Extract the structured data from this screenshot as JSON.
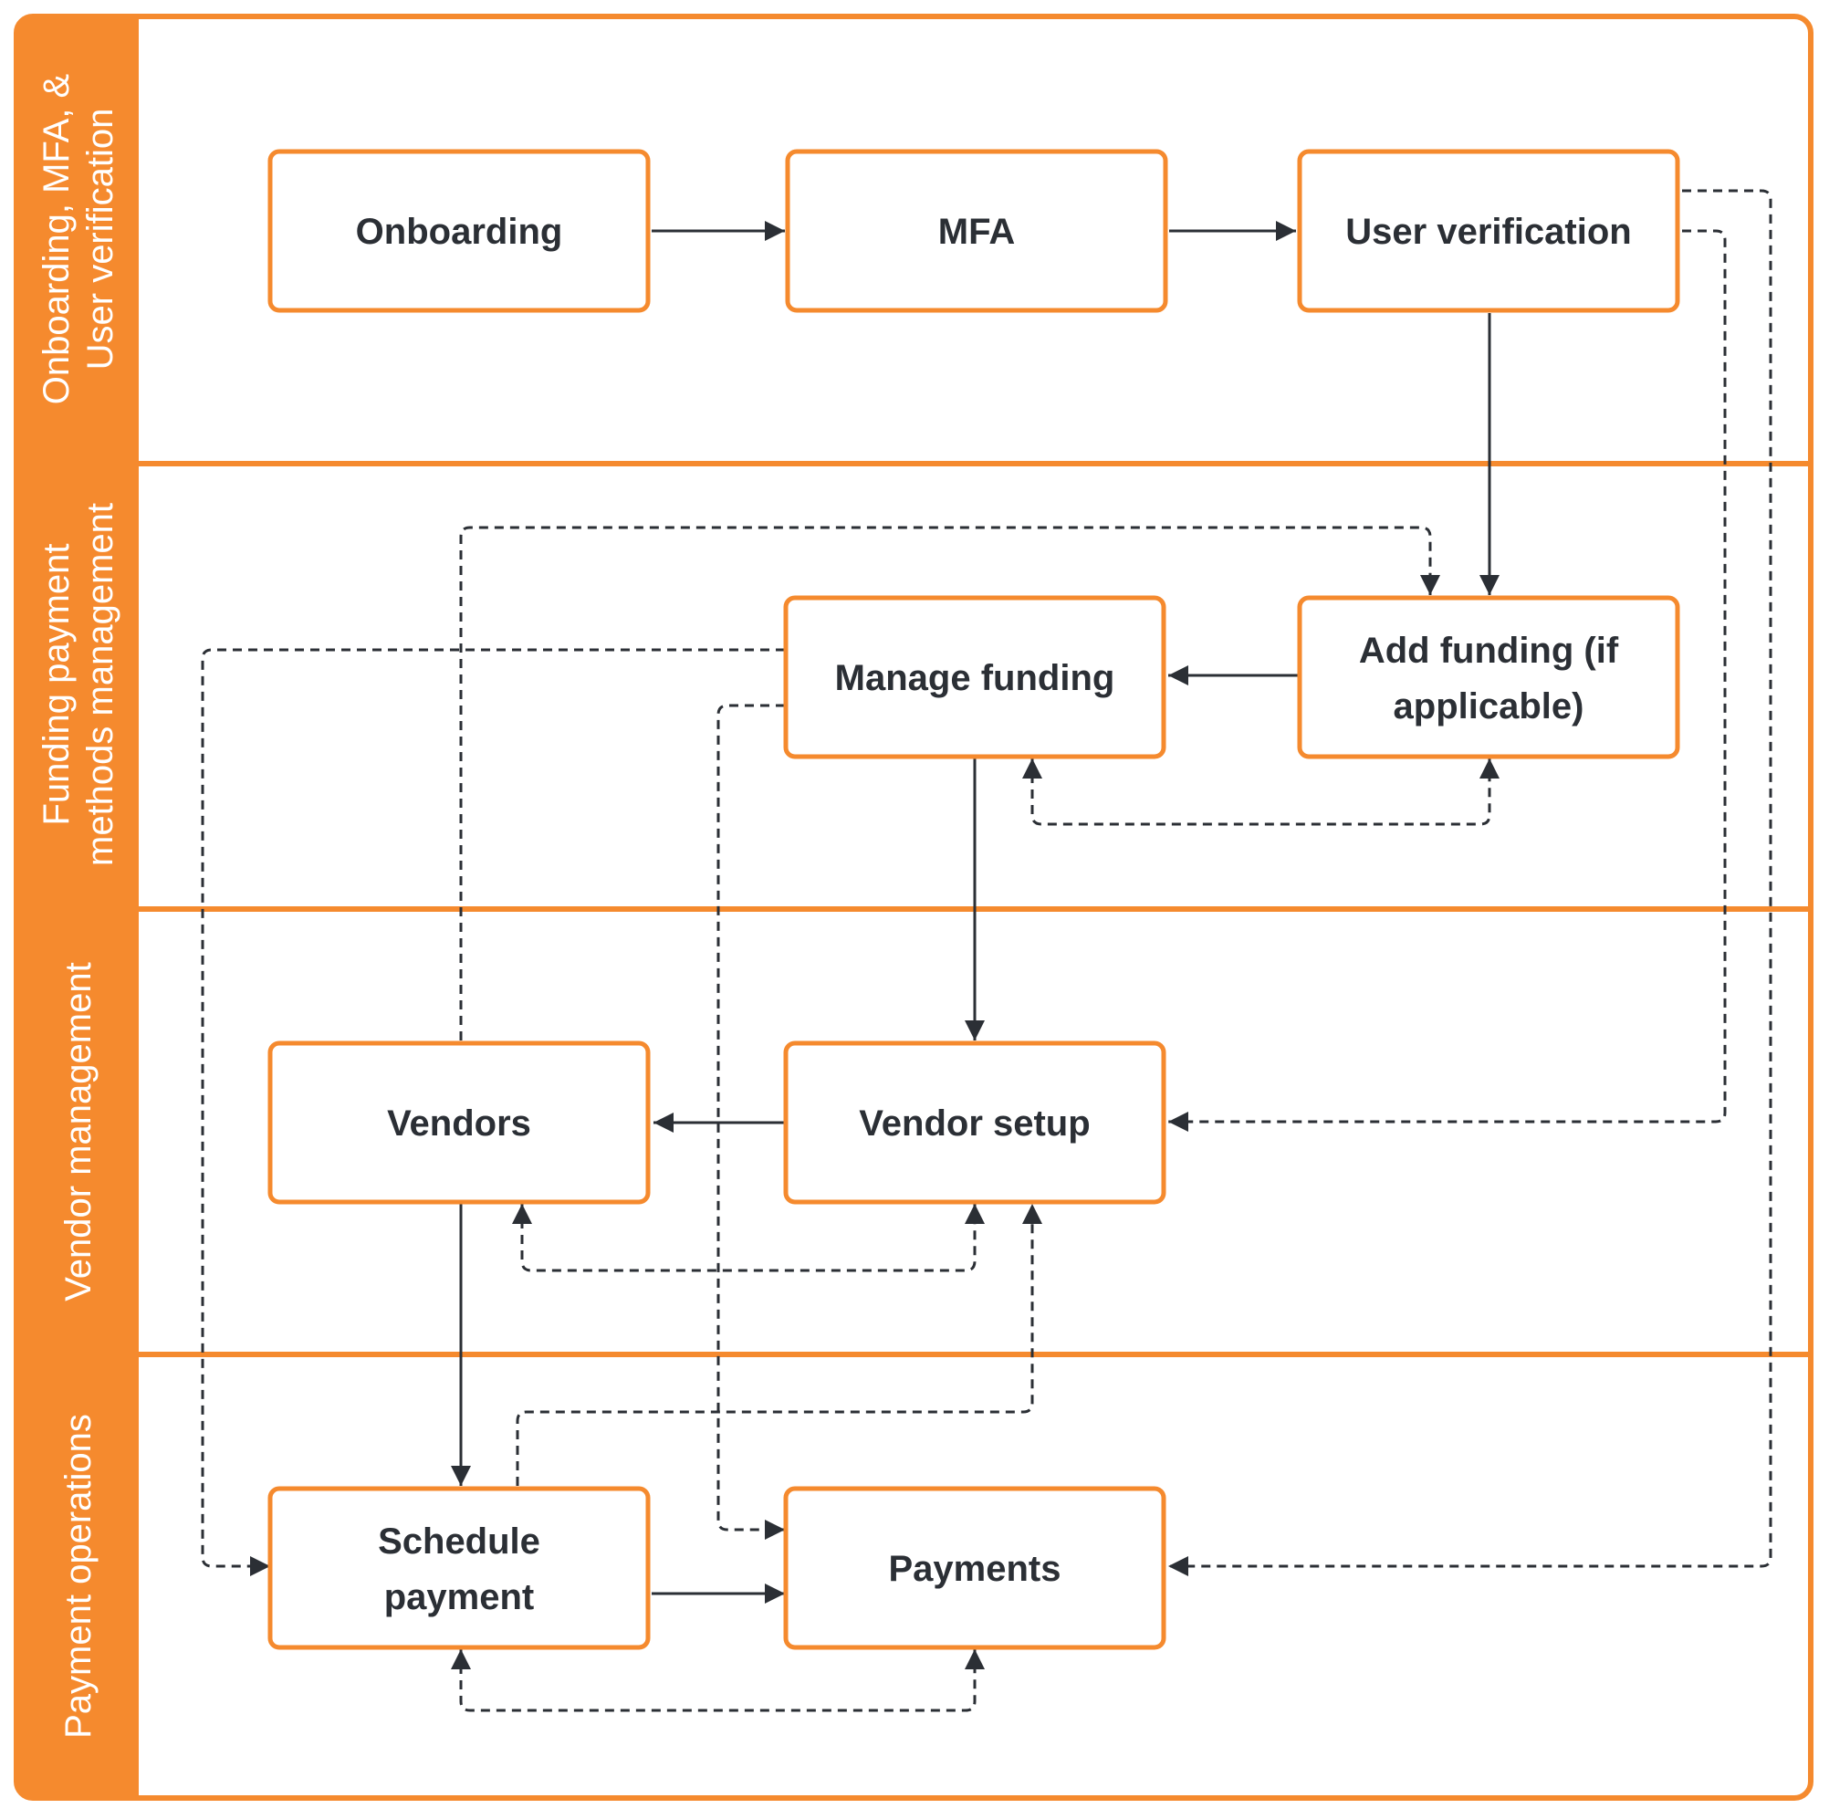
{
  "colors": {
    "accent": "#F58A2E",
    "edge": "#2b2f35",
    "node_fill": "#ffffff",
    "text": "#2b2f35",
    "lane_text": "#ffffff"
  },
  "lanes": [
    {
      "id": "lane-onboarding",
      "label_lines": [
        "Onboarding, MFA, &",
        "User verification"
      ]
    },
    {
      "id": "lane-funding",
      "label_lines": [
        "Funding payment",
        "methods management"
      ]
    },
    {
      "id": "lane-vendor",
      "label_lines": [
        "Vendor management"
      ]
    },
    {
      "id": "lane-payment",
      "label_lines": [
        "Payment operations"
      ]
    }
  ],
  "nodes": {
    "onboarding": {
      "lines": [
        "Onboarding"
      ]
    },
    "mfa": {
      "lines": [
        "MFA"
      ]
    },
    "user_verification": {
      "lines": [
        "User verification"
      ]
    },
    "manage_funding": {
      "lines": [
        "Manage funding"
      ]
    },
    "add_funding": {
      "lines": [
        "Add funding (if",
        "applicable)"
      ]
    },
    "vendors": {
      "lines": [
        "Vendors"
      ]
    },
    "vendor_setup": {
      "lines": [
        "Vendor setup"
      ]
    },
    "schedule_payment": {
      "lines": [
        "Schedule",
        "payment"
      ]
    },
    "payments": {
      "lines": [
        "Payments"
      ]
    }
  },
  "edges": [
    {
      "from": "onboarding",
      "to": "mfa",
      "style": "solid"
    },
    {
      "from": "mfa",
      "to": "user_verification",
      "style": "solid"
    },
    {
      "from": "user_verification",
      "to": "add_funding",
      "style": "solid"
    },
    {
      "from": "add_funding",
      "to": "manage_funding",
      "style": "solid"
    },
    {
      "from": "manage_funding",
      "to": "vendor_setup",
      "style": "solid"
    },
    {
      "from": "vendor_setup",
      "to": "vendors",
      "style": "solid"
    },
    {
      "from": "vendors",
      "to": "schedule_payment",
      "style": "solid"
    },
    {
      "from": "schedule_payment",
      "to": "payments",
      "style": "solid"
    },
    {
      "from": "user_verification",
      "to": "vendor_setup",
      "style": "dashed"
    },
    {
      "from": "user_verification",
      "to": "payments",
      "style": "dashed"
    },
    {
      "from": "vendors",
      "to": "add_funding",
      "style": "dashed"
    },
    {
      "from": "manage_funding",
      "to": "schedule_payment",
      "style": "dashed"
    },
    {
      "from": "manage_funding",
      "to": "payments",
      "style": "dashed"
    },
    {
      "from": "manage_funding",
      "to": "add_funding",
      "style": "dashed",
      "bidirectional": true
    },
    {
      "from": "vendors",
      "to": "vendor_setup",
      "style": "dashed",
      "bidirectional": true
    },
    {
      "from": "schedule_payment",
      "to": "vendor_setup",
      "style": "dashed"
    },
    {
      "from": "schedule_payment",
      "to": "payments",
      "style": "dashed",
      "bidirectional": true
    }
  ]
}
